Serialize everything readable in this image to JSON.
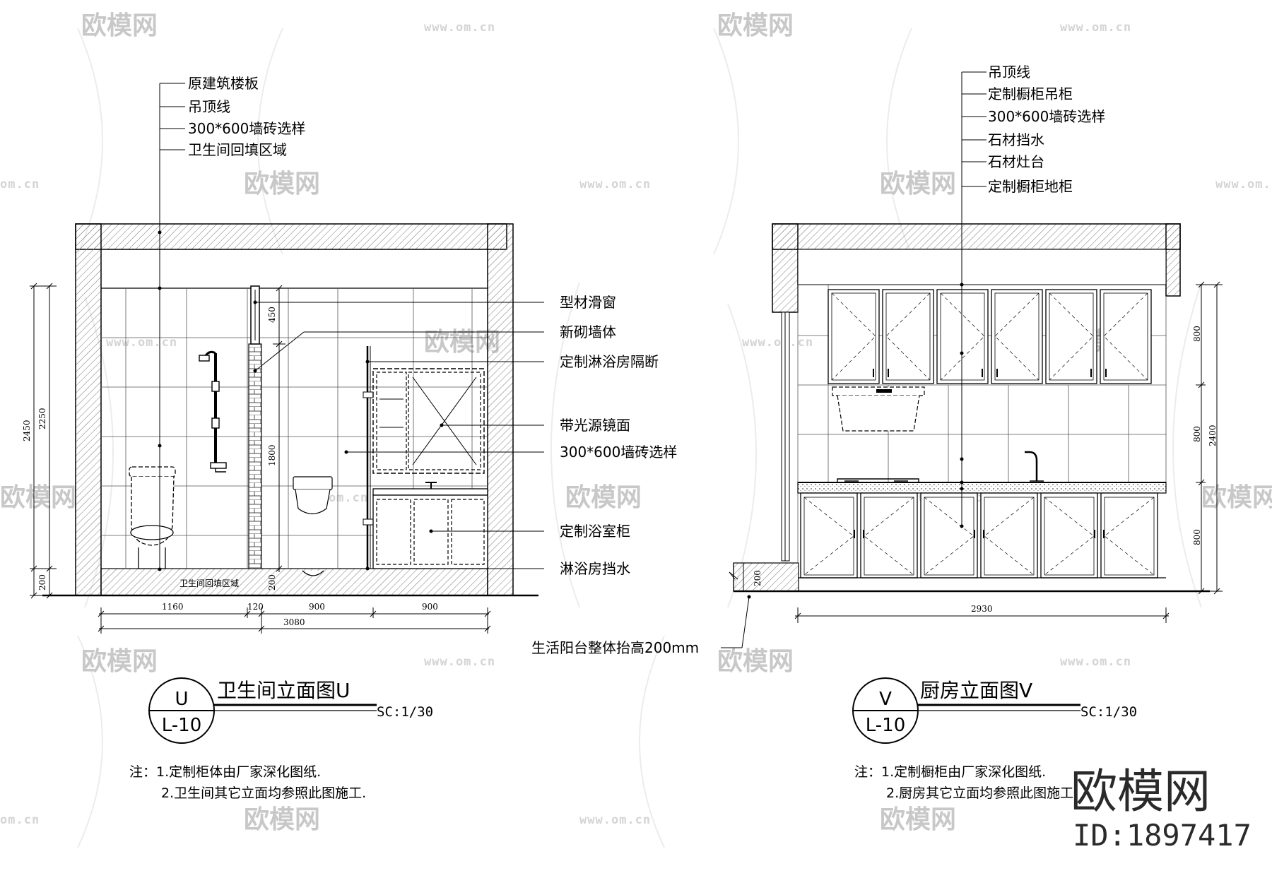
{
  "watermark": {
    "brand": "欧模网",
    "url": "www.om.cn",
    "url_fragment": "om.cn",
    "logo_text": "欧模网",
    "logo_id": "ID:1897417"
  },
  "bathroom": {
    "title": "卫生间立面图U",
    "symbol_top": "U",
    "symbol_bottom": "L-10",
    "scale": "SC:1/30",
    "top_labels": [
      "原建筑楼板",
      "吊顶线",
      "300*600墙砖选样",
      "卫生间回填区域"
    ],
    "right_labels": [
      "型材滑窗",
      "新砌墙体",
      "定制淋浴房隔断",
      "带光源镜面",
      "300*600墙砖选样",
      "定制浴室柜",
      "淋浴房挡水"
    ],
    "fill_label": "卫生间回填区域",
    "dims": {
      "h_total": "2450",
      "h_inner": "2250",
      "h_base": "200",
      "w1": "1160",
      "w2": "120",
      "w3": "900",
      "w4": "900",
      "w_total": "3080",
      "v_450": "450",
      "v_1800": "1800",
      "v_200": "200"
    },
    "notes": [
      "注：1.定制柜体由厂家深化图纸.",
      "2.卫生间其它立面均参照此图施工."
    ]
  },
  "kitchen": {
    "title": "厨房立面图V",
    "symbol_top": "V",
    "symbol_bottom": "L-10",
    "scale": "SC:1/30",
    "top_labels": [
      "吊顶线",
      "定制橱柜吊柜",
      "300*600墙砖选样",
      "石材挡水",
      "石材灶台",
      "定制橱柜地柜"
    ],
    "balcony_label": "生活阳台整体抬高200mm",
    "dims": {
      "h_upper": "800",
      "h_mid": "800",
      "h_lower": "800",
      "h_total": "2400",
      "w_total": "2930",
      "step": "200"
    },
    "notes": [
      "注：1.定制橱柜由厂家深化图纸.",
      "2.厨房其它立面均参照此图施工."
    ]
  }
}
